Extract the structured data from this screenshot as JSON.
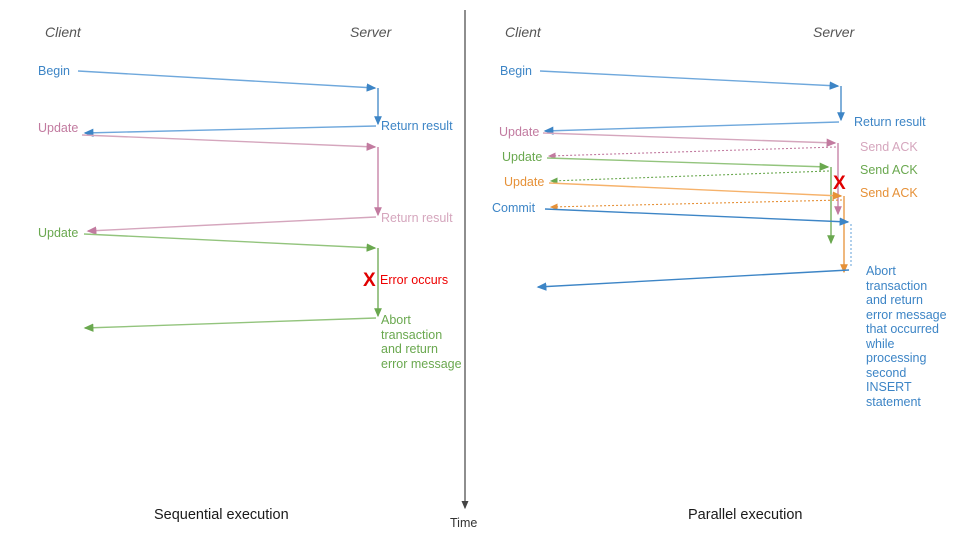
{
  "figure": {
    "title_left": "Sequential execution",
    "title_right": "Parallel execution",
    "time_axis_label": "Time"
  },
  "colors": {
    "blue": "#3d85c6",
    "blue_light": "#6fa8dc",
    "pink": "#c27ba0",
    "pink_light": "#d5a6bd",
    "green": "#6aa84f",
    "green_light": "#93c47d",
    "orange": "#e69138",
    "orange_light": "#f6b26b",
    "red": "#e00000",
    "actor_gray": "#555555",
    "axis_gray": "#444444"
  },
  "left_panel": {
    "name": "Sequential execution",
    "actors": {
      "client": "Client",
      "server": "Server"
    },
    "messages": [
      {
        "label": "Begin",
        "color": "blue",
        "side": "client",
        "kind": "request"
      },
      {
        "label": "Return result",
        "color": "blue",
        "side": "server",
        "kind": "response"
      },
      {
        "label": "Update",
        "color": "pink",
        "side": "client",
        "kind": "request"
      },
      {
        "label": "Return result",
        "color": "pink",
        "side": "server",
        "kind": "response"
      },
      {
        "label": "Update",
        "color": "green",
        "side": "client",
        "kind": "request"
      },
      {
        "label": "Error occurs",
        "color": "red",
        "side": "server",
        "kind": "error"
      },
      {
        "label": "Abort\ntransaction\nand return\nerror message",
        "color": "green",
        "side": "server",
        "kind": "response"
      }
    ],
    "error_marker": "X",
    "error_text": "Error occurs",
    "abort_text": "Abort\ntransaction\nand return\nerror message"
  },
  "right_panel": {
    "name": "Parallel execution",
    "actors": {
      "client": "Client",
      "server": "Server"
    },
    "messages": [
      {
        "label": "Begin",
        "color": "blue",
        "side": "client",
        "kind": "request"
      },
      {
        "label": "Return result",
        "color": "blue",
        "side": "server",
        "kind": "response"
      },
      {
        "label": "Update",
        "color": "pink",
        "side": "client",
        "kind": "request"
      },
      {
        "label": "Send ACK",
        "color": "pink",
        "side": "server",
        "kind": "ack"
      },
      {
        "label": "Update",
        "color": "green",
        "side": "client",
        "kind": "request"
      },
      {
        "label": "Send ACK",
        "color": "green",
        "side": "server",
        "kind": "ack"
      },
      {
        "label": "Update",
        "color": "orange",
        "side": "client",
        "kind": "request"
      },
      {
        "label": "Send ACK",
        "color": "orange",
        "side": "server",
        "kind": "ack"
      },
      {
        "label": "Commit",
        "color": "blue",
        "side": "client",
        "kind": "request"
      },
      {
        "label": "Abort\ntransaction\nand return\nerror message\nthat occurred\nwhile\nprocessing\nsecond\nINSERT\nstatement",
        "color": "blue",
        "side": "server",
        "kind": "response"
      }
    ],
    "error_marker": "X",
    "abort_text": "Abort\ntransaction\nand return\nerror message\nthat occurred\nwhile\nprocessing\nsecond\nINSERT\nstatement"
  }
}
